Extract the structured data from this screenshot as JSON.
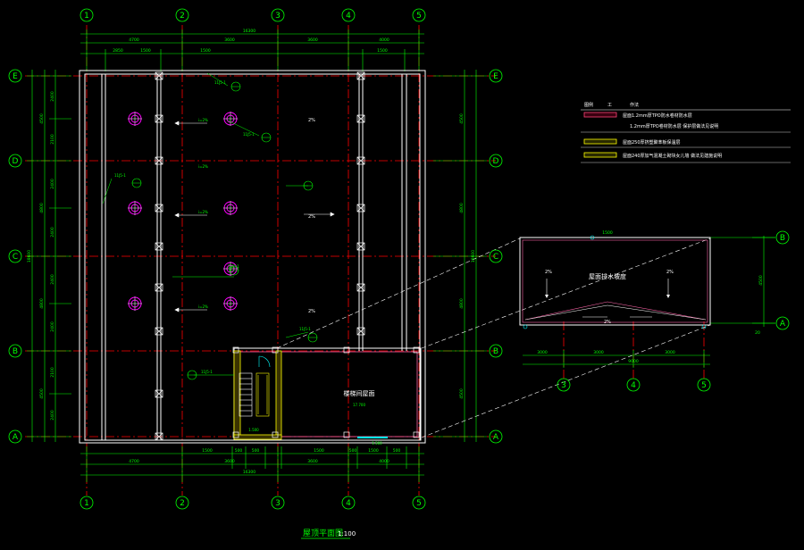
{
  "drawing": {
    "title": "屋顶平面图",
    "scale": "1:100"
  },
  "grid_axes": {
    "columns": [
      "1",
      "2",
      "3",
      "4",
      "5"
    ],
    "rows": [
      "E",
      "D",
      "C",
      "B",
      "A"
    ],
    "detail_columns": [
      "3",
      "4",
      "5"
    ],
    "detail_rows": [
      "B",
      "A"
    ]
  },
  "dimensions": {
    "top_total": "16300",
    "top_segments": [
      "4700",
      "3600",
      "3600",
      "4000"
    ],
    "top_sub": [
      "2850",
      "1500",
      "1500",
      "1500"
    ],
    "bottom_total": "16300",
    "bottom_segments": [
      "4700",
      "3600",
      "3600",
      "4000"
    ],
    "bottom_sub": [
      "1500",
      "500",
      "500",
      "1500",
      "500",
      "1500",
      "500"
    ],
    "left_total": "18600",
    "left_segments": [
      "4500",
      "4800",
      "4800",
      "4500"
    ],
    "left_sub": [
      "2400",
      "2100",
      "2400",
      "2400",
      "2400",
      "2400",
      "2100",
      "2400"
    ],
    "right_total": "18600",
    "right_segments": [
      "4500",
      "4800",
      "4800",
      "4500"
    ],
    "detail_bottom": [
      "3000",
      "3000",
      "3000"
    ],
    "detail_total": "9000",
    "detail_right": "4500",
    "detail_top": "1500"
  },
  "annotations": {
    "slope_labels": [
      "2%",
      "2%",
      "2%",
      "2%",
      "2%",
      "2%"
    ],
    "slope_arrow_labels": [
      "i=2%",
      "i=2%",
      "i=2%",
      "i=2%"
    ],
    "callouts": [
      "11J5-1",
      "11J5-1",
      "11J5-1",
      "11J5-1",
      "11J5-1",
      "11J5-1"
    ],
    "room_label": "楼梯间屋面",
    "elevation_label": "17.700",
    "detail_label": "屋面排水坡度",
    "level_label": "1.500",
    "level_label_2": "1.500",
    "side_label": "20"
  },
  "legend": {
    "headers": [
      "图例",
      "工",
      "作法"
    ],
    "rows": [
      {
        "text_1": "屋面1.2mm厚TPO防水卷材防水层",
        "text_2": "1.2mm厚TPO卷材防水层 保护层做法见说明"
      },
      {
        "text_1": "屋面250厚挤塑聚苯板保温层"
      },
      {
        "text_1": "屋面240厚加气混凝土砌块女儿墙 做法见建施说明"
      }
    ]
  },
  "colors": {
    "background": "#000000",
    "grid_line": "#ff0000",
    "dimension": "#00ff00",
    "outline": "#ffffff",
    "drain": "#ff00ff",
    "parapet": "#ffff00",
    "accent_cyan": "#00ffff"
  }
}
